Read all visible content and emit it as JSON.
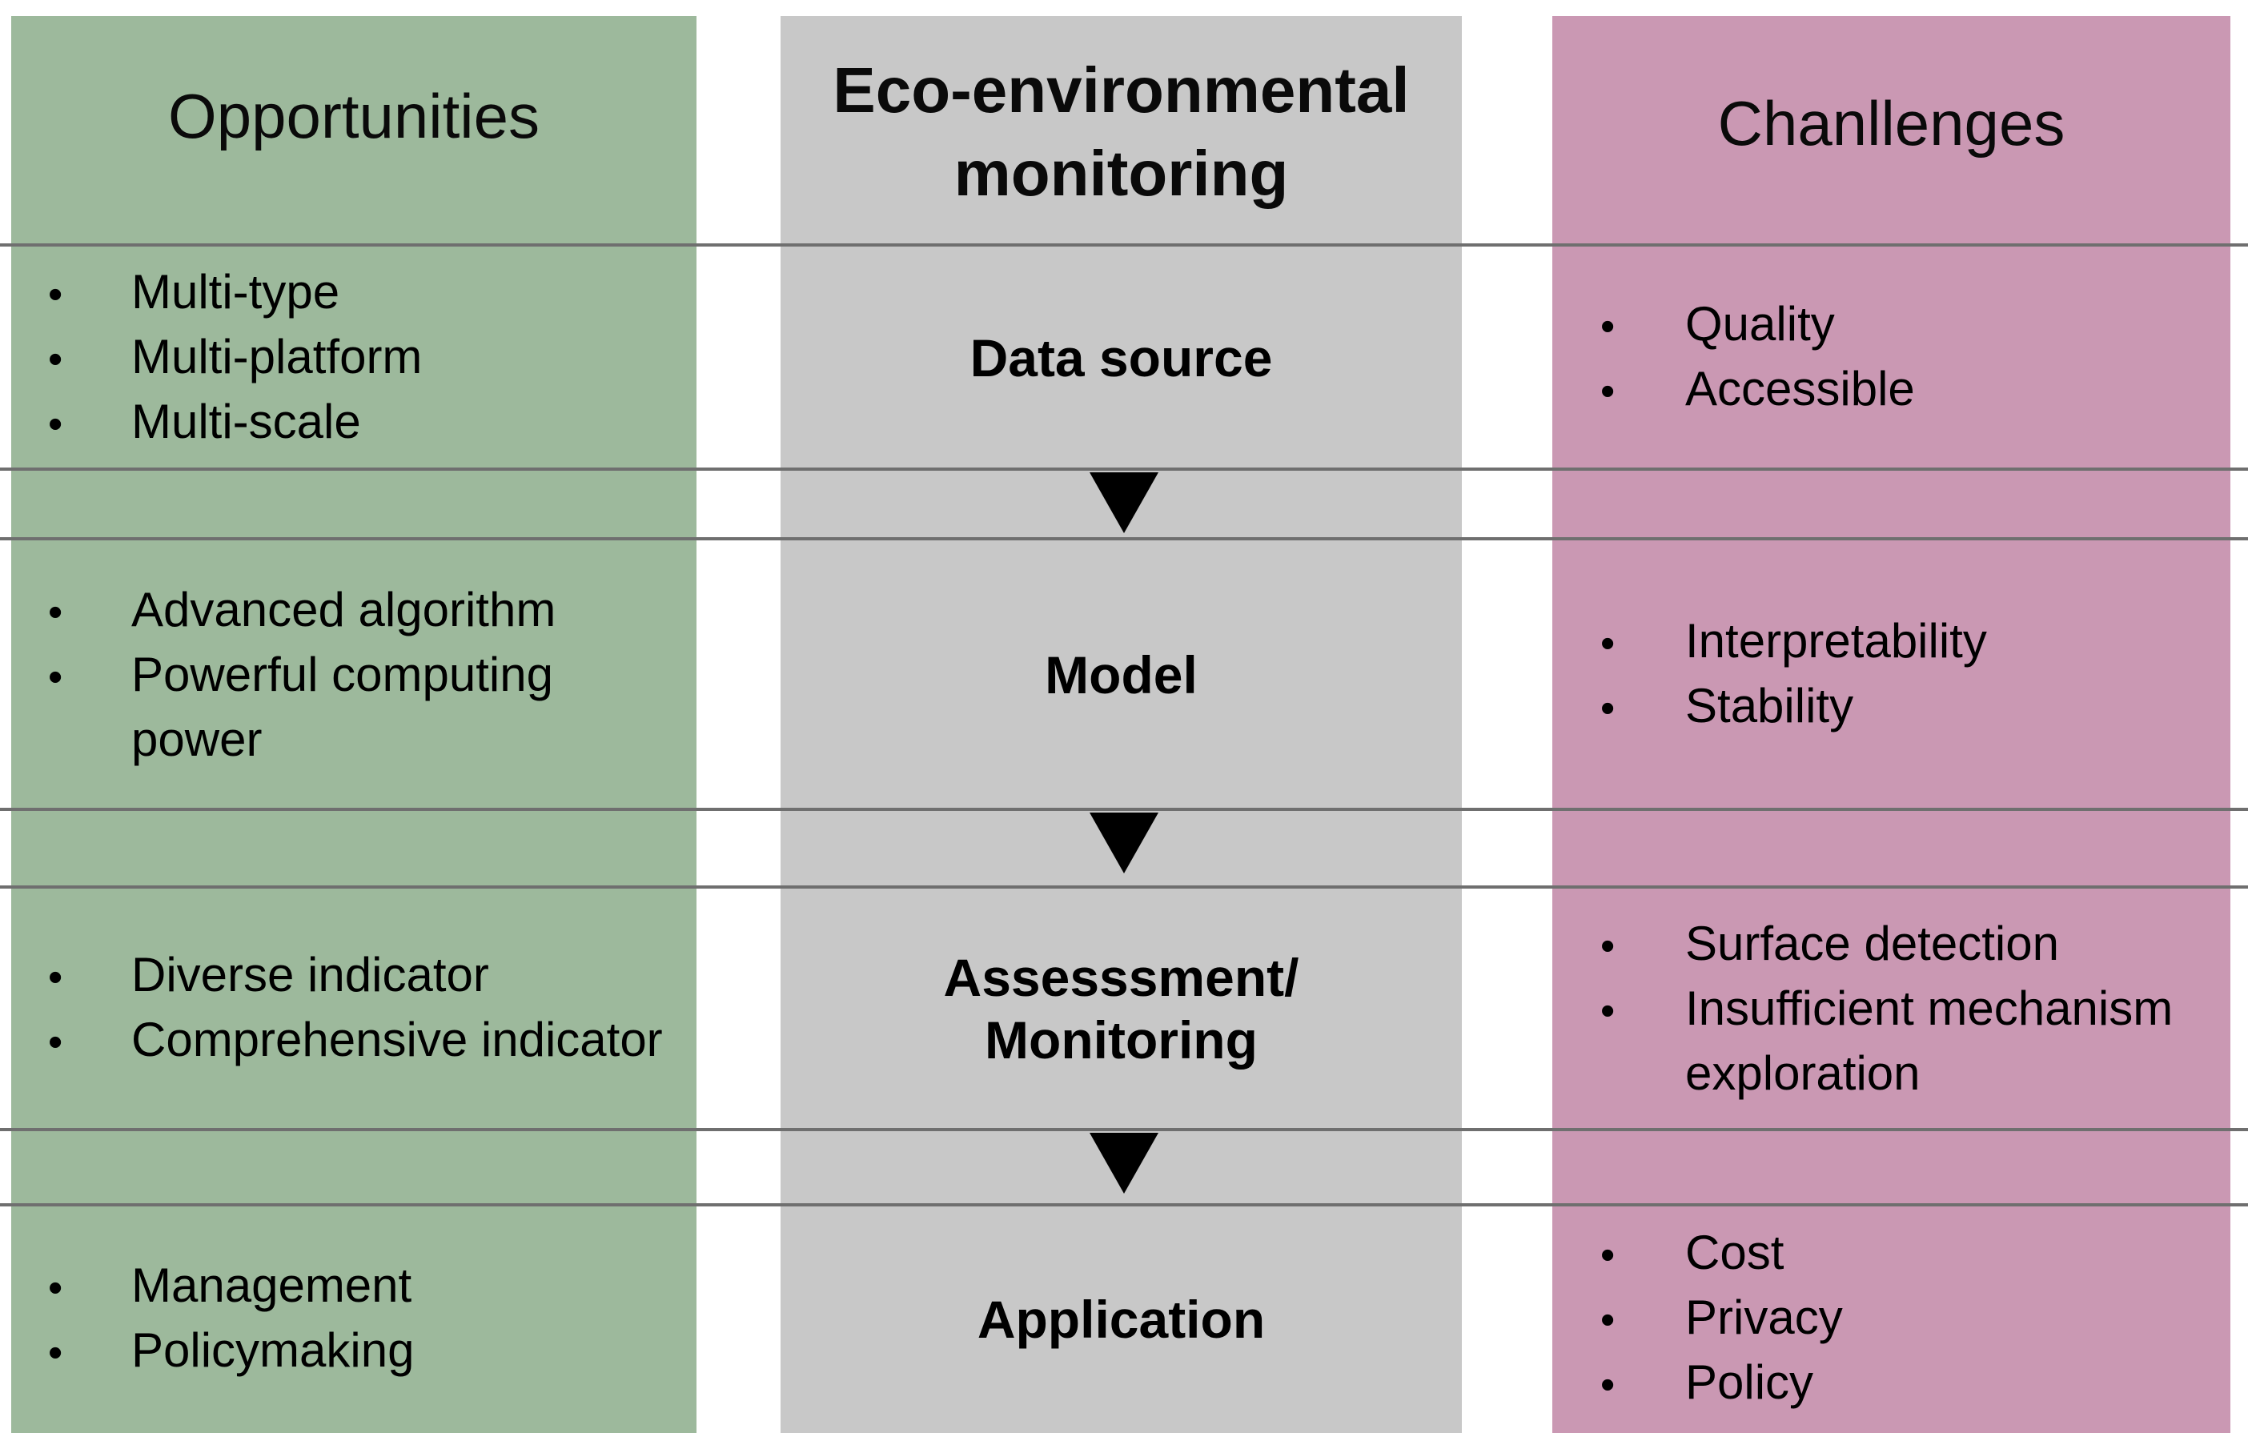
{
  "opportunities_column": {
    "header": "Opportunities",
    "bg_color": "#9db99c"
  },
  "monitoring_column": {
    "header_lines": [
      "Eco-environmental",
      "monitoring"
    ],
    "bg_color": "#c8c8c8"
  },
  "challenges_column": {
    "header": "Chanllenges",
    "bg_color": "#ca98b3"
  },
  "icons": {
    "down_arrow": "▼",
    "bullet_dot": "•"
  },
  "colors": {
    "divider_line": "#6f6f6f",
    "arrow": "#000000",
    "text": "#000000",
    "page_background": "#ffffff"
  },
  "rows": [
    {
      "stage_lines": [
        "Data source"
      ],
      "opportunities": [
        [
          "Multi-type"
        ],
        [
          "Multi-platform"
        ],
        [
          "Multi-scale"
        ]
      ],
      "challenges": [
        [
          "Quality"
        ],
        [
          "Accessible"
        ]
      ]
    },
    {
      "stage_lines": [
        "Model"
      ],
      "opportunities": [
        [
          "Advanced algorithm"
        ],
        [
          "Powerful computing",
          "power"
        ]
      ],
      "challenges": [
        [
          "Interpretability"
        ],
        [
          "Stability"
        ]
      ]
    },
    {
      "stage_lines": [
        "Assesssment/",
        "Monitoring"
      ],
      "opportunities": [
        [
          "Diverse indicator"
        ],
        [
          "Comprehensive indicator"
        ]
      ],
      "challenges": [
        [
          "Surface detection"
        ],
        [
          "Insufficient mechanism",
          "exploration"
        ]
      ]
    },
    {
      "stage_lines": [
        "Application"
      ],
      "opportunities": [
        [
          "Management"
        ],
        [
          "Policymaking"
        ]
      ],
      "challenges": [
        [
          "Cost"
        ],
        [
          "Privacy"
        ],
        [
          "Policy"
        ]
      ]
    }
  ]
}
